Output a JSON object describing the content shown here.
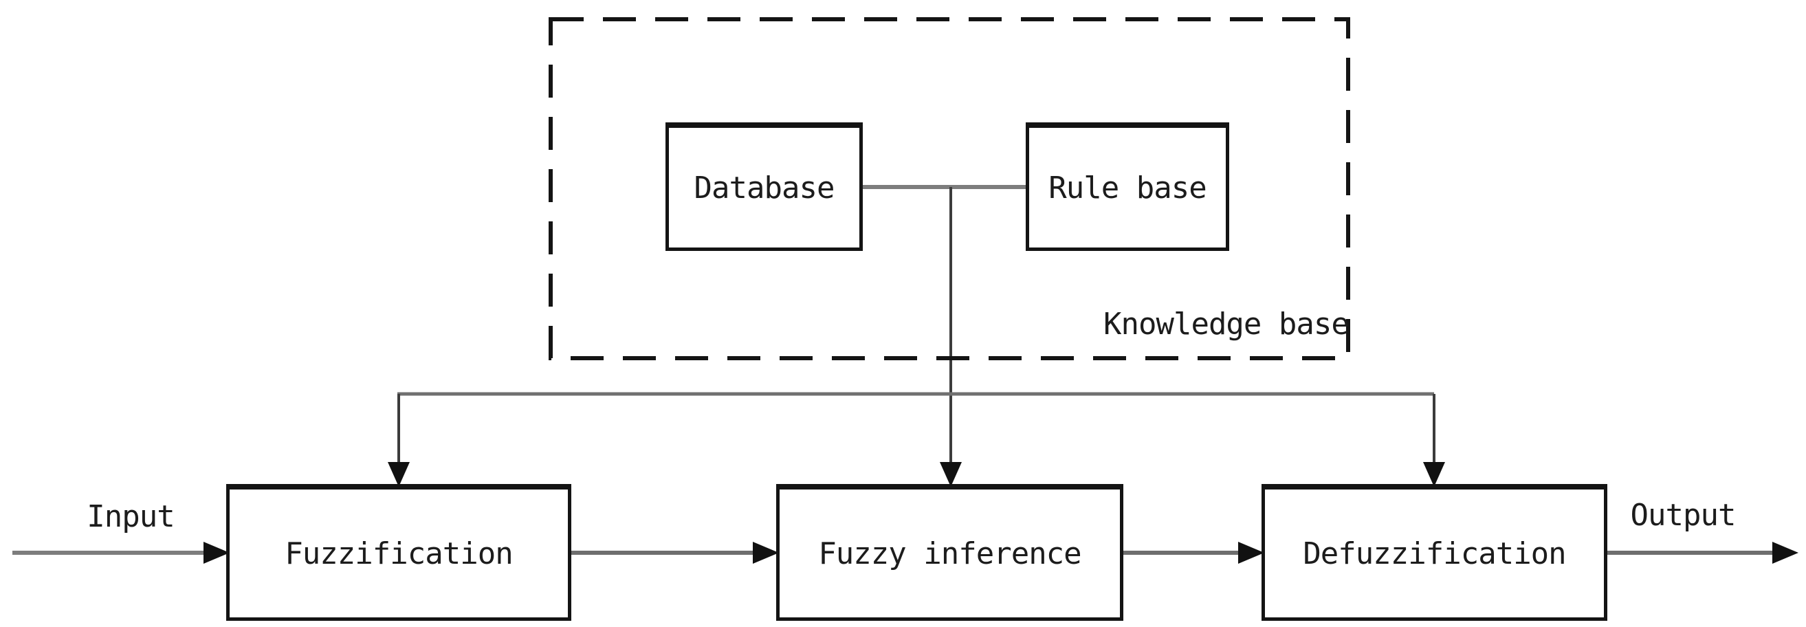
{
  "diagram": {
    "knowledge_base_group": {
      "label": "Knowledge base",
      "boxes": [
        {
          "label": "Database"
        },
        {
          "label": "Rule base"
        }
      ]
    },
    "process_boxes": [
      {
        "label": "Fuzzification"
      },
      {
        "label": "Fuzzy inference"
      },
      {
        "label": "Defuzzification"
      }
    ],
    "io": {
      "input_label": "Input",
      "output_label": "Output"
    }
  },
  "colors": {
    "background": "#ffffff",
    "box_border": "#141414",
    "text": "#1c1c1c",
    "connector_gray": "#7d7d7d",
    "branch_line": "#3c3c3c",
    "arrowhead": "#111111"
  }
}
